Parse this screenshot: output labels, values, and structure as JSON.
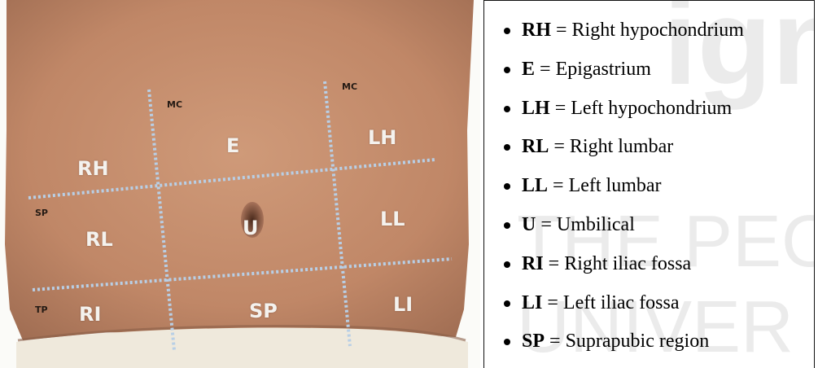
{
  "photo": {
    "region_labels": {
      "rh": "RH",
      "e": "E",
      "lh": "LH",
      "rl": "RL",
      "u": "U",
      "ll": "LL",
      "ri": "RI",
      "sp": "SP",
      "li": "LI"
    },
    "line_labels": {
      "mc_left": "MC",
      "mc_right": "MC",
      "sp_plane": "SP",
      "tp_plane": "TP"
    },
    "colors": {
      "skin": "#c58e6e",
      "dotted_line": "#b8cfe6",
      "background": "#fbfbf8"
    }
  },
  "legend": {
    "items": [
      {
        "abbr": "RH",
        "sep": " = ",
        "text": "Right hypochondrium"
      },
      {
        "abbr": "E",
        "sep": " = ",
        "text": "Epigastrium"
      },
      {
        "abbr": "LH",
        "sep": " = ",
        "text": "Left hypochondrium"
      },
      {
        "abbr": "RL",
        "sep": " = ",
        "text": "Right lumbar"
      },
      {
        "abbr": "LL",
        "sep": " = ",
        "text": "Left lumbar"
      },
      {
        "abbr": "U",
        "sep": " = ",
        "text": "Umbilical"
      },
      {
        "abbr": "RI",
        "sep": " = ",
        "text": "Right iliac fossa"
      },
      {
        "abbr": "LI",
        "sep": " = ",
        "text": "Left iliac fossa"
      },
      {
        "abbr": "SP",
        "sep": " = ",
        "text": "Suprapubic region"
      }
    ]
  },
  "watermark": {
    "line1": "ign",
    "line2": "THE PEO",
    "line3": "UNIVER"
  }
}
